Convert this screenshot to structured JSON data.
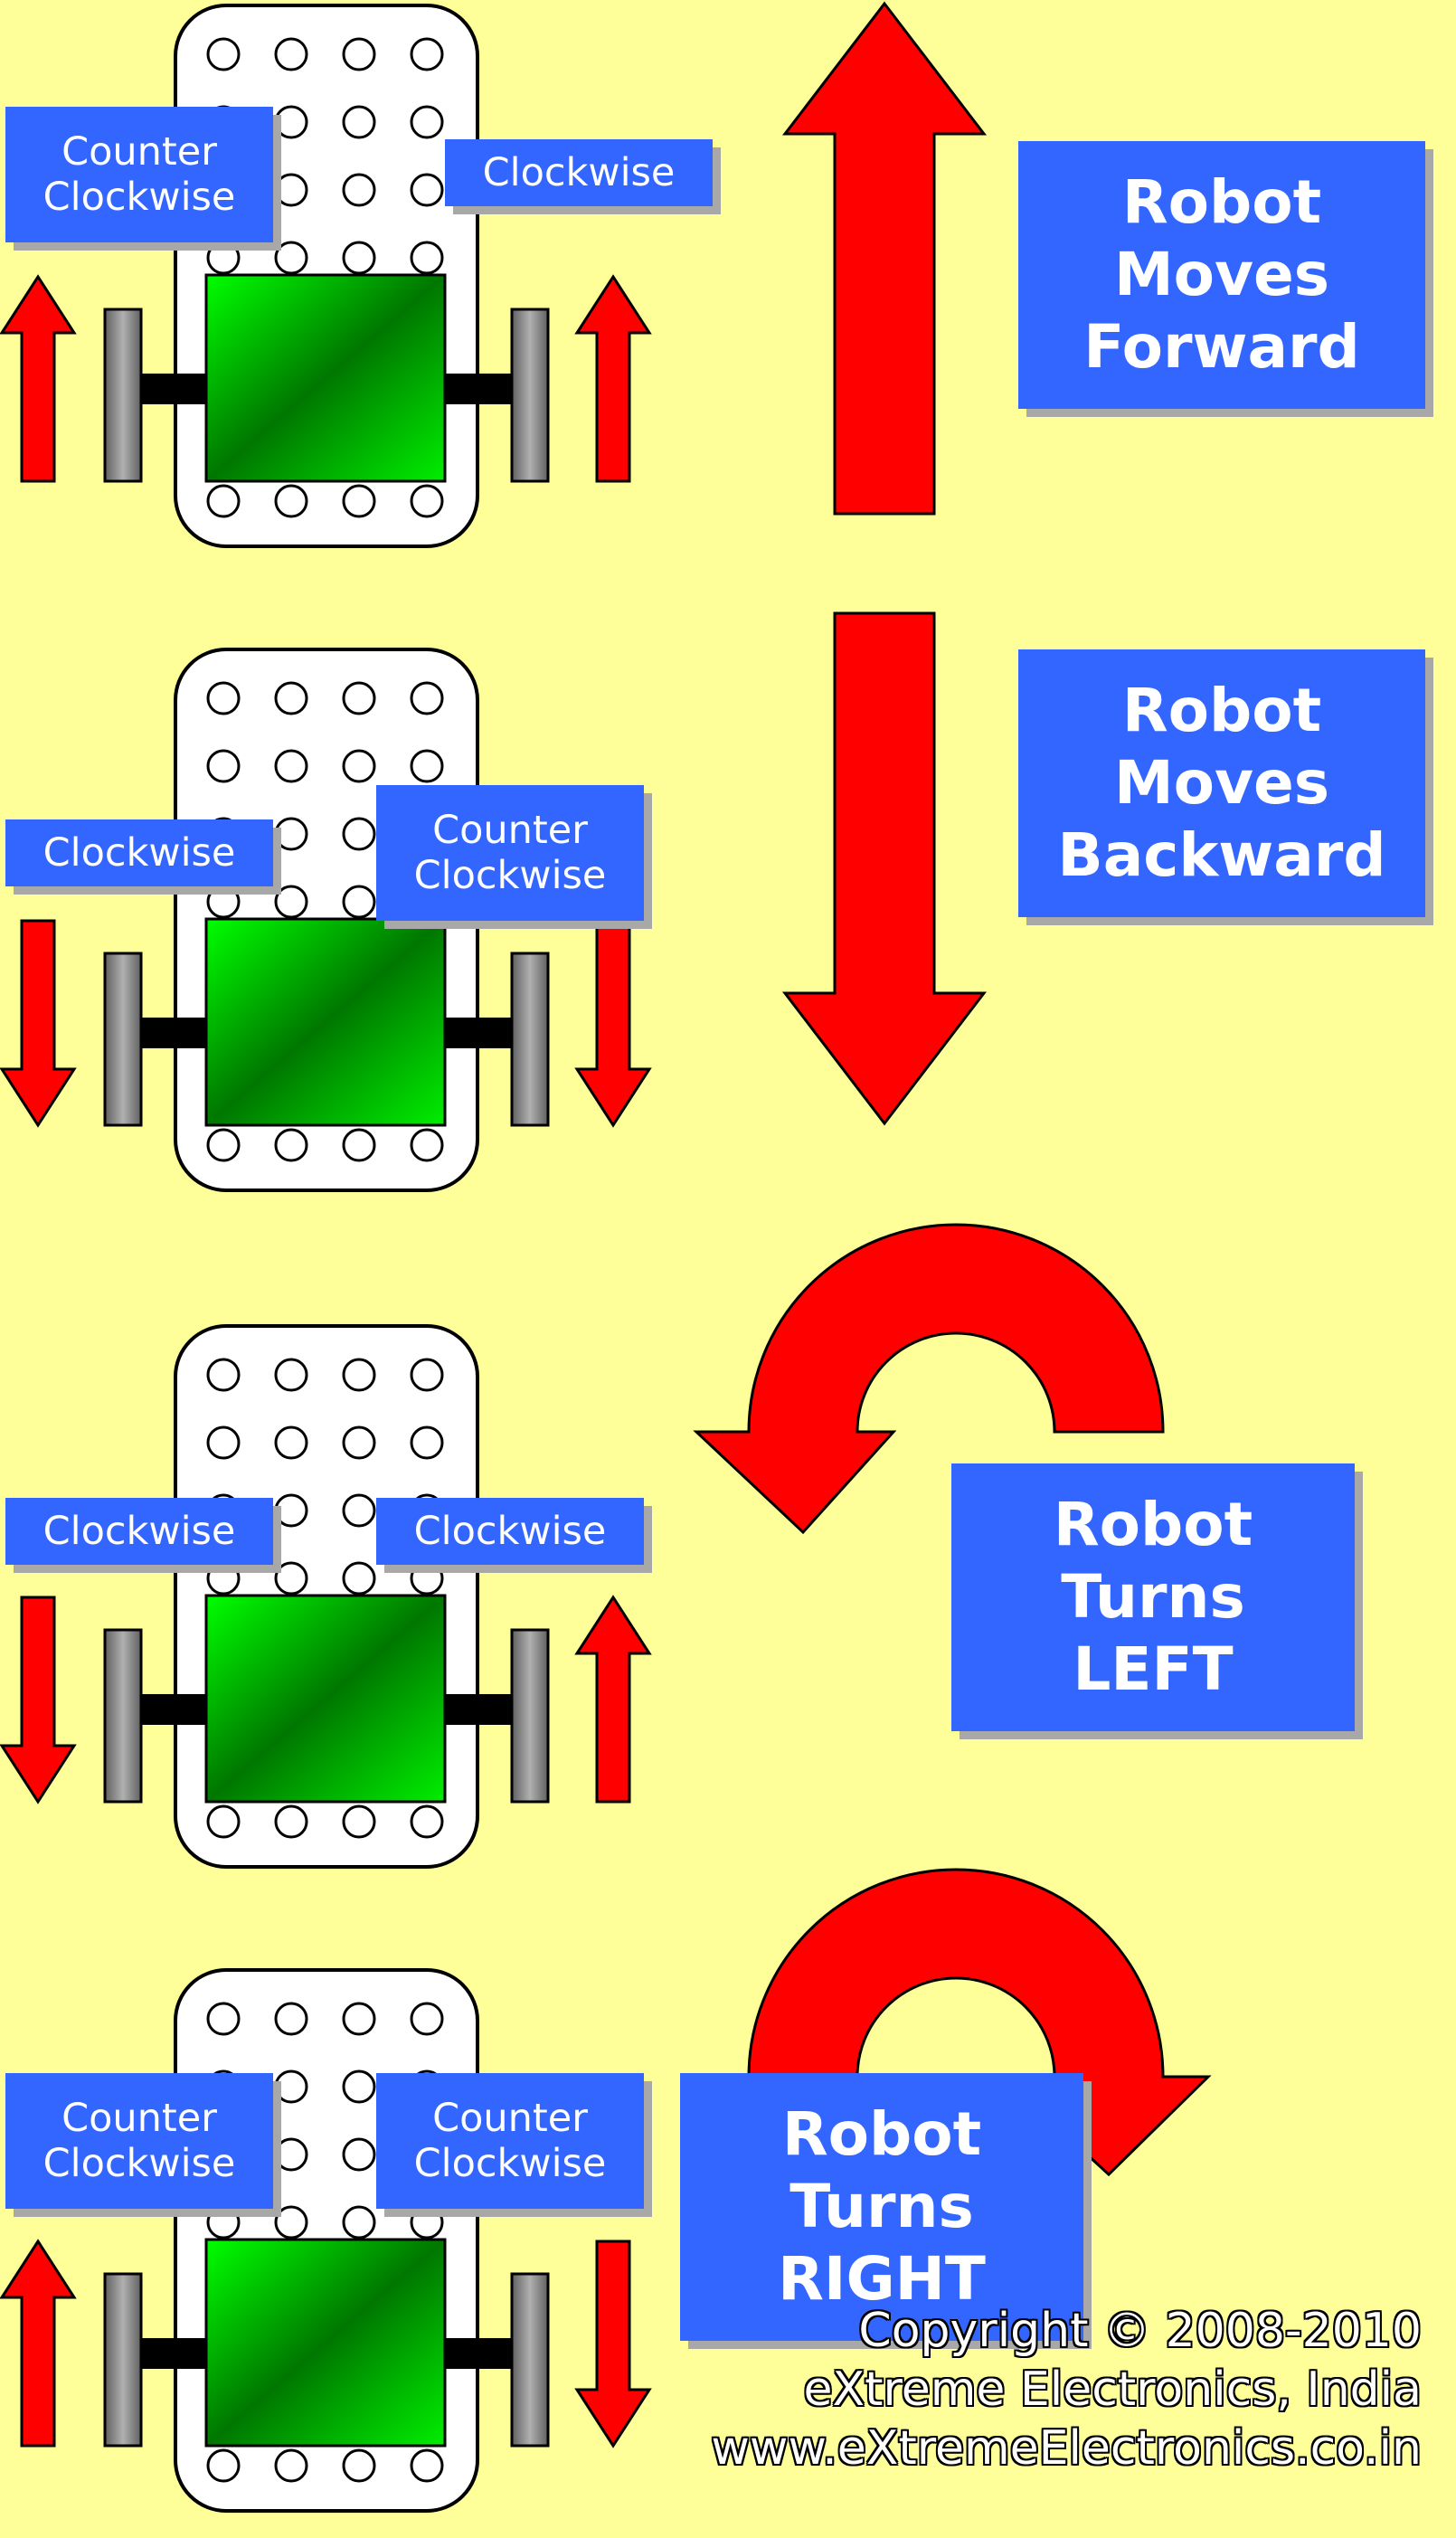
{
  "colors": {
    "background": "#ffff99",
    "label_box": "#3366ff",
    "arrow": "#ff0000",
    "board": "#ffffff",
    "motor_green": "#00cc00",
    "wheel": "#808080"
  },
  "panels": [
    {
      "id": "forward",
      "left_wheel_label": "Counter\nClockwise",
      "right_wheel_label": "Clockwise",
      "left_wheel_arrow": "up",
      "right_wheel_arrow": "up",
      "motion": "up-arrow",
      "action_label": "Robot\nMoves\nForward"
    },
    {
      "id": "backward",
      "left_wheel_label": "Clockwise",
      "right_wheel_label": "Counter\nClockwise",
      "left_wheel_arrow": "down",
      "right_wheel_arrow": "down",
      "motion": "down-arrow",
      "action_label": "Robot\nMoves\nBackward"
    },
    {
      "id": "left",
      "left_wheel_label": "Clockwise",
      "right_wheel_label": "Clockwise",
      "left_wheel_arrow": "down",
      "right_wheel_arrow": "up",
      "motion": "curved-arrow-left",
      "action_label": "Robot\nTurns\nLEFT"
    },
    {
      "id": "right",
      "left_wheel_label": "Counter\nClockwise",
      "right_wheel_label": "Counter\nClockwise",
      "left_wheel_arrow": "up",
      "right_wheel_arrow": "down",
      "motion": "curved-arrow-right",
      "action_label": "Robot\nTurns\nRIGHT"
    }
  ],
  "copyright": {
    "line1": "Copyright © 2008-2010",
    "line2": "eXtreme Electronics, India",
    "line3": "www.eXtremeElectronics.co.in"
  }
}
